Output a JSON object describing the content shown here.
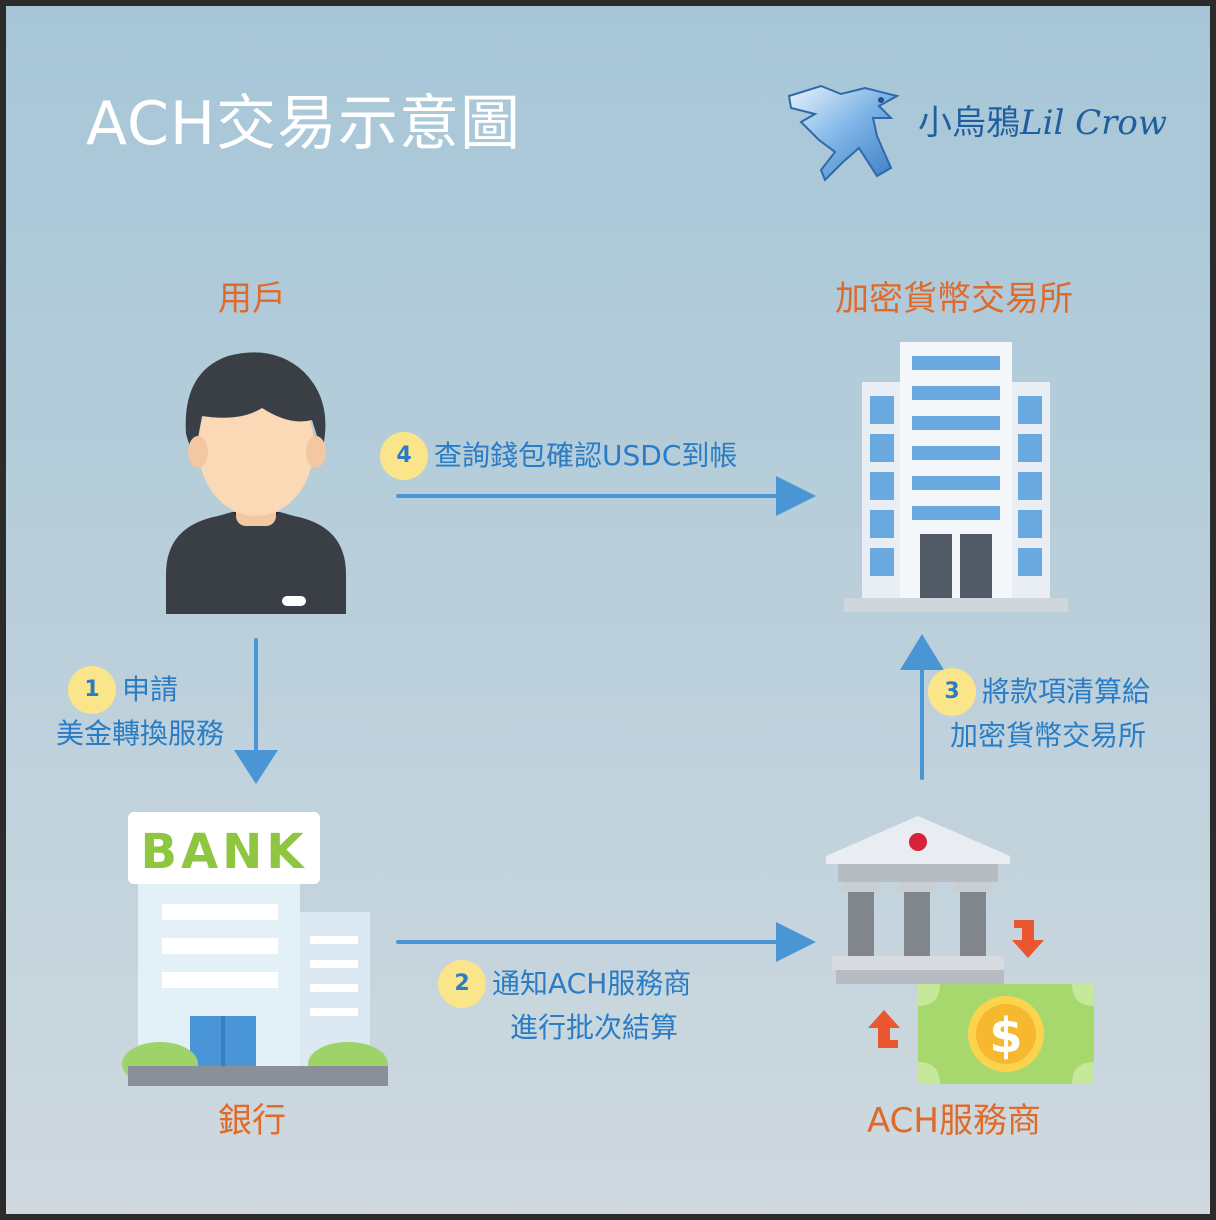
{
  "title": "ACH交易示意圖",
  "brand": {
    "name_zh": "小烏鴉",
    "name_en": "Lil Crow"
  },
  "nodes": {
    "user": "用戶",
    "exchange": "加密貨幣交易所",
    "bank": "銀行",
    "ach": "ACH服務商"
  },
  "bank_sign": "BANK",
  "dollar_sign": "$",
  "steps": [
    {
      "num": "1",
      "line1": "申請",
      "line2": "美金轉換服務"
    },
    {
      "num": "2",
      "line1": "通知ACH服務商",
      "line2": "進行批次結算"
    },
    {
      "num": "3",
      "line1": "將款項清算給",
      "line2": "加密貨幣交易所"
    },
    {
      "num": "4",
      "line1": "查詢錢包確認USDC到帳"
    }
  ],
  "colors": {
    "arrow": "#4a95d3",
    "label": "#e06a2a",
    "step_text": "#2a7dc4",
    "badge": "#fbe58a"
  }
}
